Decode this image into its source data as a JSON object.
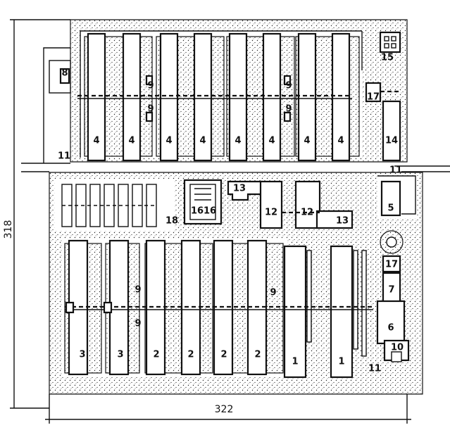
{
  "dimensions": {
    "width_label": "322",
    "height_label": "318"
  },
  "labels": {
    "l1a": "1",
    "l1b": "1",
    "l2a": "2",
    "l2b": "2",
    "l2c": "2",
    "l2d": "2",
    "l3a": "3",
    "l3b": "3",
    "l4a": "4",
    "l4b": "4",
    "l4c": "4",
    "l4d": "4",
    "l4e": "4",
    "l4f": "4",
    "l4g": "4",
    "l4h": "4",
    "l5": "5",
    "l6": "6",
    "l7": "7",
    "l8": "8",
    "l9a": "9",
    "l9b": "9",
    "l9c": "9",
    "l9d": "9",
    "l9e": "9",
    "l9f": "9",
    "l9g": "9",
    "l10": "10",
    "l11a": "11",
    "l11b": "11",
    "l11c": "11",
    "l12a": "12",
    "l12b": "12",
    "l13a": "13",
    "l13b": "13",
    "l14": "14",
    "l15": "15",
    "l16a": "16",
    "l16b": "16",
    "l17a": "17",
    "l17b": "17",
    "l18": "18"
  },
  "colors": {
    "ink": "#111111",
    "paper": "#ffffff"
  }
}
